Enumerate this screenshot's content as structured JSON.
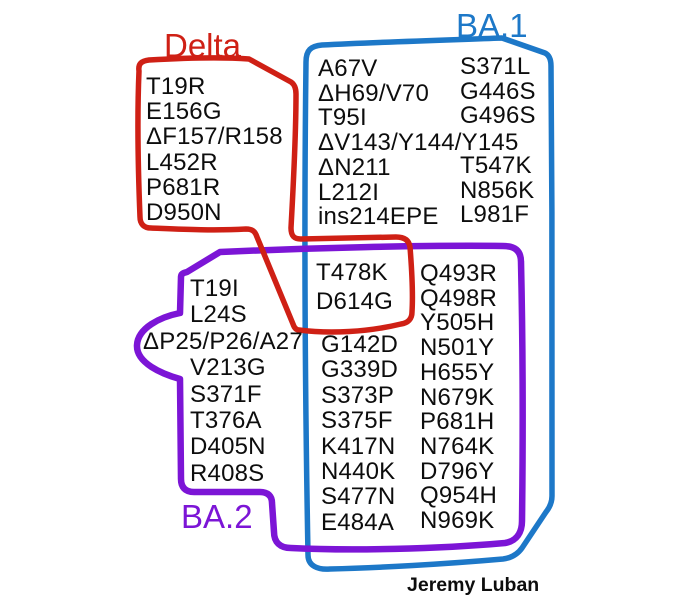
{
  "labels": {
    "delta": "Delta",
    "ba1": "BA.1",
    "ba2": "BA.2"
  },
  "credit": "Jeremy Luban",
  "colors": {
    "delta_red": "#cf2015",
    "ba1_blue": "#1d78c8",
    "ba2_purple": "#7c15d6",
    "text": "#0d0d0d",
    "background": "#ffffff"
  },
  "regions": {
    "delta_only": [
      "T19R",
      "E156G",
      "ΔF157/R158",
      "L452R",
      "P681R",
      "D950N"
    ],
    "ba1_only": {
      "col1": [
        "A67V",
        "ΔH69/V70",
        "T95I",
        "ΔV143/Y144/Y145",
        "ΔN211",
        "L212I",
        "ins214EPE"
      ],
      "col2": [
        "S371L",
        "G446S",
        "G496S",
        "",
        "T547K",
        "N856K",
        "L981F"
      ]
    },
    "shared_all": [
      "T478K",
      "D614G"
    ],
    "ba1_ba2_shared": {
      "col1": [
        "G142D",
        "G339D",
        "S373P",
        "S375F",
        "K417N",
        "N440K",
        "S477N",
        "E484A"
      ],
      "col2": [
        "Q493R",
        "Q498R",
        "Y505H",
        "N501Y",
        "H655Y",
        "N679K",
        "P681H",
        "N764K",
        "D796Y",
        "Q954H",
        "N969K"
      ]
    },
    "ba2_only": [
      "T19I",
      "L24S",
      "ΔP25/P26/A27",
      "V213G",
      "S371F",
      "T376A",
      "D405N",
      "R408S"
    ]
  }
}
